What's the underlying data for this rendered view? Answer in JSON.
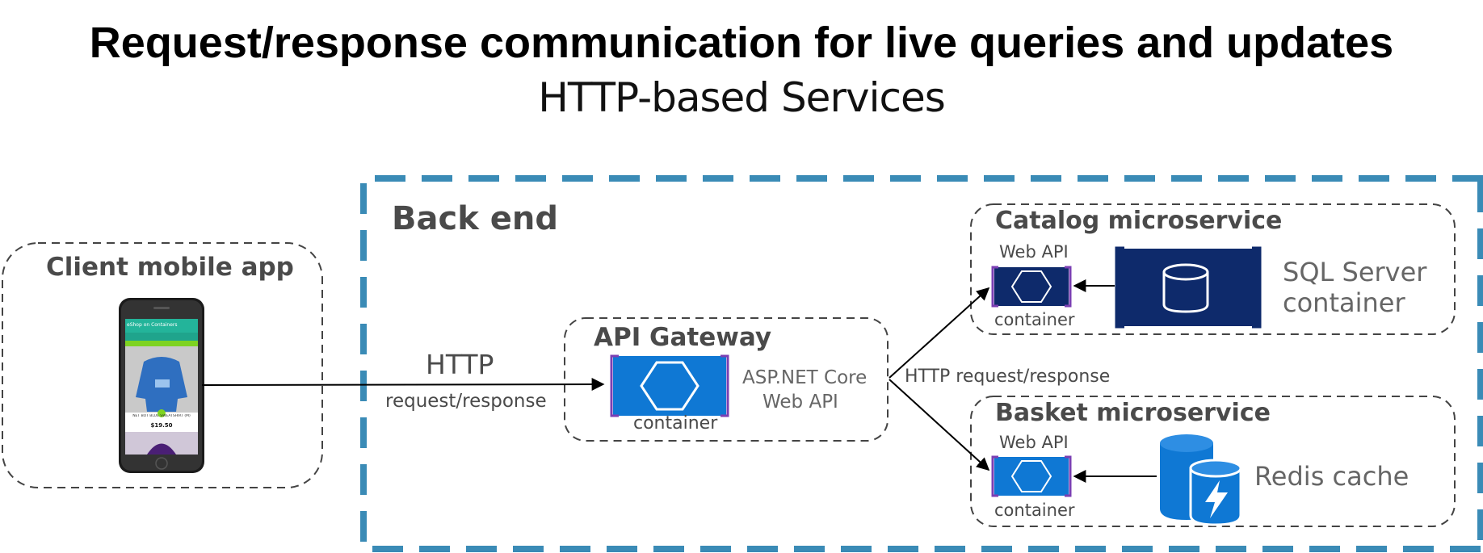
{
  "title": "Request/response communication for live queries and updates",
  "subtitle": "HTTP-based Services",
  "client": {
    "title": "Client mobile app",
    "phone": {
      "app_title": "eShop on Containers",
      "product_name": "NET BOT BLUE SWEATSHIRT (M)",
      "price": "$19.50"
    }
  },
  "link_client_gateway": {
    "label": "HTTP",
    "sublabel": "request/response"
  },
  "backend": {
    "title": "Back end"
  },
  "api_gateway": {
    "title": "API Gateway",
    "container_label": "container",
    "tech_line1": "ASP.NET Core",
    "tech_line2": "Web API"
  },
  "link_gateway_services": {
    "label": "HTTP request/response"
  },
  "catalog": {
    "title": "Catalog microservice",
    "webapi_label": "Web API",
    "container_label": "container",
    "db_line1": "SQL Server",
    "db_line2": "container"
  },
  "basket": {
    "title": "Basket microservice",
    "webapi_label": "Web API",
    "container_label": "container",
    "cache_label": "Redis cache"
  },
  "colors": {
    "backend_border": "#3a8bb6",
    "container_blue": "#0f78d4",
    "container_bracket": "#7b3fb3",
    "sql_navy": "#0e2a6b",
    "phone_green": "#23b49a",
    "phone_accent": "#7ed321",
    "sweatshirt_blue": "#2f6fc0"
  },
  "icons": [
    "hexagon-icon",
    "database-cylinder-icon",
    "redis-cache-icon",
    "smartphone-icon"
  ]
}
